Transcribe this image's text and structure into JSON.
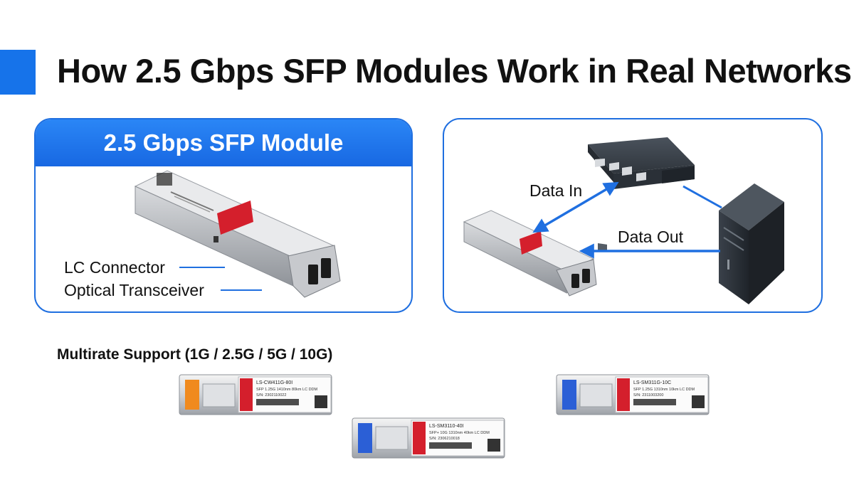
{
  "title": "How 2.5 Gbps SFP Modules Work in Real Networks",
  "colors": {
    "accent": "#1673ea",
    "card_border": "#1f6fe0",
    "module_label_red": "#d41f2c"
  },
  "module_card": {
    "header": "2.5 Gbps SFP Module",
    "callouts": {
      "lc_connector": "LC Connector",
      "optical_transceiver": "Optical Transceiver"
    }
  },
  "network_card": {
    "data_in": "Data In",
    "data_out": "Data Out",
    "icons": [
      "network-switch-icon",
      "server-tower-icon",
      "sfp-module-icon"
    ]
  },
  "multirate": {
    "heading": "Multirate Support (1G / 2.5G / 5G / 10G)",
    "modules": [
      {
        "part": "LS-CW411G-80I",
        "spec": "SFP 1.25G 1410nm 80km LC DDM",
        "serial": "S/N: 2302110022",
        "latch_color": "#f08a1e"
      },
      {
        "part": "LS-SM3110-40I",
        "spec": "SFP+ 10G 1310nm 40km LC DDM",
        "serial": "S/N: 2306210018",
        "latch_color": "#2b5fd6"
      },
      {
        "part": "LS-SM311G-10C",
        "spec": "SFP 1.25G 1310nm 10km LC DDM",
        "serial": "S/N: 2311003200",
        "latch_color": "#2b5fd6"
      }
    ]
  }
}
